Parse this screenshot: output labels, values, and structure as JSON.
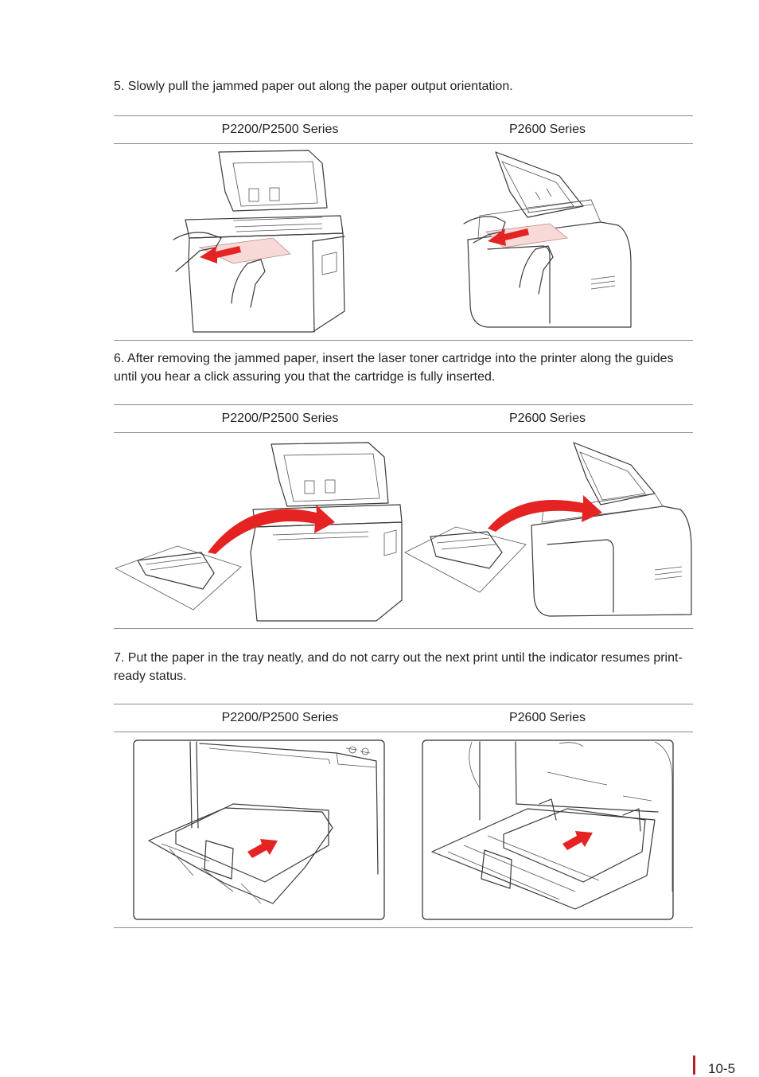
{
  "steps": [
    {
      "text": "5. Slowly pull the jammed paper out along the paper output orientation.",
      "col_left": "P2200/P2500 Series",
      "col_right": "P2600 Series"
    },
    {
      "text": "6. After removing the jammed paper, insert the laser toner cartridge into the printer along the guides until you hear a click assuring you that the cartridge is fully inserted.",
      "col_left": "P2200/P2500 Series",
      "col_right": "P2600 Series"
    },
    {
      "text": "7. Put the paper in the tray neatly, and do not carry out the next print until the indicator resumes print-ready status.",
      "col_left": "P2200/P2500 Series",
      "col_right": "P2600 Series"
    }
  ],
  "footer": {
    "page_number": "10-5"
  },
  "colors": {
    "accent_red": "#e52323",
    "paper_pink": "#f7d9d8",
    "rule_gray": "#8c8c8c",
    "footer_bar": "#b71c2b"
  },
  "icons": [
    "printer-open-illustration",
    "hands-pulling-paper",
    "toner-cartridge",
    "paper-tray",
    "red-direction-arrow"
  ]
}
